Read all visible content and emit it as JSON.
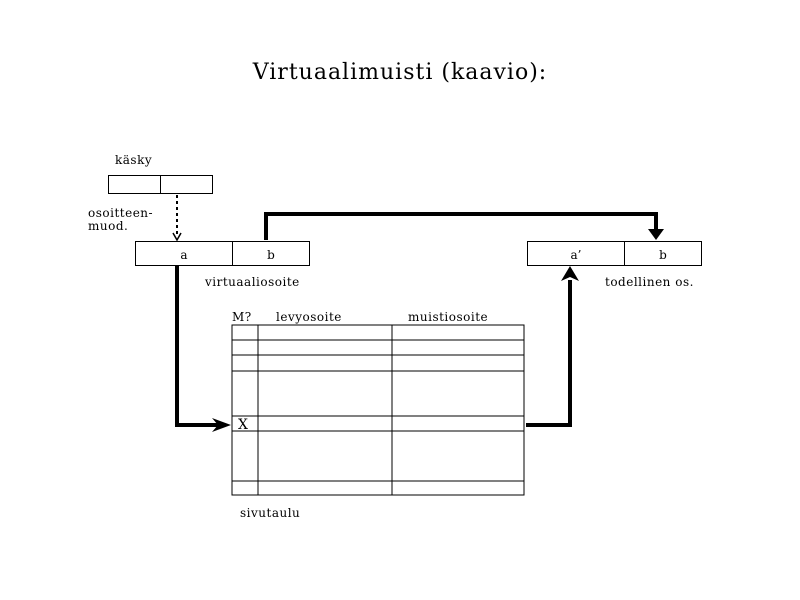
{
  "title": "Virtuaalimuisti (kaavio):",
  "instruction": {
    "label": "käsky",
    "fields": [
      "",
      ""
    ]
  },
  "address_formation_label": [
    "osoitteen-",
    "muod."
  ],
  "virtual_address": {
    "label": "virtuaaliosoite",
    "fields": [
      "a",
      "b"
    ]
  },
  "physical_address": {
    "label": "todellinen os.",
    "fields": [
      "a’",
      "b"
    ]
  },
  "page_table": {
    "label": "sivutaulu",
    "columns": [
      "M?",
      "levyosoite",
      "muistiosoite"
    ],
    "rows": [
      [
        "",
        "",
        ""
      ],
      [
        "",
        "",
        ""
      ],
      [
        "",
        "",
        ""
      ],
      [
        "",
        "",
        ""
      ],
      [
        "X",
        "",
        ""
      ],
      [
        "",
        "",
        ""
      ],
      [
        "",
        "",
        ""
      ]
    ]
  }
}
